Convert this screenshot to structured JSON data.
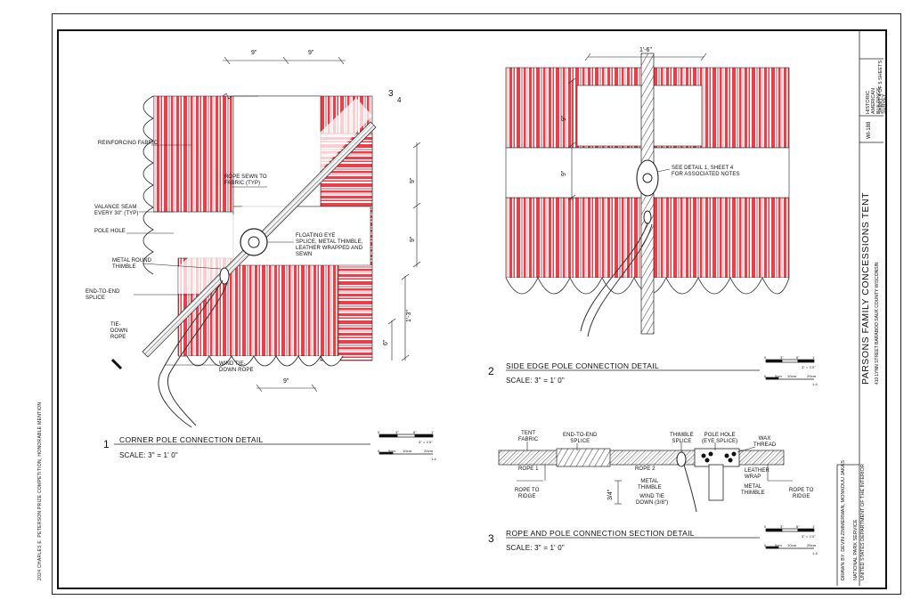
{
  "side_credit": "2024 CHARLES E. PETERSON PRIZE COMPETITION, HONORABLE MENTION",
  "details": [
    {
      "number": "1",
      "title": "CORNER POLE CONNECTION DETAIL",
      "scale": "SCALE: 3\" = 1' 0\""
    },
    {
      "number": "2",
      "title": "SIDE EDGE POLE CONNECTION DETAIL",
      "scale": "SCALE: 3\" = 1' 0\""
    },
    {
      "number": "3",
      "title": "ROPE AND POLE CONNECTION SECTION DETAIL",
      "scale": "SCALE: 3\" = 1' 0\""
    }
  ],
  "detail1": {
    "dim_top_a": "9\"",
    "dim_top_b": "9\"",
    "dim_right_a": "9\"",
    "dim_right_b": "9\"",
    "dim_right_c": "1'-3\"",
    "dim_right_d": "6\"",
    "dim_bottom": "9\"",
    "section_mark": "3",
    "section_sheet": "4",
    "labels": {
      "reinforcing_fabric": "REINFORCING FABRIC",
      "rope_sewn": "ROPE SEWN TO\nFABRIC (TYP)",
      "valance_seam": "VALANCE SEAM\nEVERY 30\" (TYP)",
      "pole_hole": "POLE HOLE",
      "floating_eye": "FLOATING EYE\nSPLICE, METAL THIMBLE,\nLEATHER WRAPPED AND\nSEWN",
      "metal_thimble": "METAL ROUND\nTHIMBLE",
      "end_splice": "END-TO-END\nSPLICE",
      "tie_down": "TIE-\nDOWN\nROPE",
      "wind_tie": "WIND TIE-\nDOWN ROPE"
    }
  },
  "detail2": {
    "dim_top": "1'-6\"",
    "dim_left_a": "9\"",
    "dim_left_b": "9\"",
    "note": "SEE DETAIL 1, SHEET 4\nFOR ASSOCIATED NOTES"
  },
  "detail3": {
    "dim_side": "3/4\"",
    "labels": {
      "tent_fabric": "TENT\nFABRIC",
      "end_splice": "END-TO-END\nSPLICE",
      "thimble_splice": "THIMBLE\nSPLICE",
      "pole_hole": "POLE HOLE\n(EYE SPLICE)",
      "wax_thread": "WAX\nTHREAD",
      "rope1": "ROPE 1",
      "rope2": "ROPE 2",
      "leather_wrap": "LEATHER\nWRAP",
      "metal_thimble_a": "METAL\nTHIMBLE",
      "metal_thimble_b": "METAL\nTHIMBLE",
      "wind_tie": "WIND TIE\nDOWN (3/8\")",
      "rope_ridge_a": "ROPE TO\nRIDGE",
      "rope_ridge_b": "ROPE TO\nRIDGE"
    }
  },
  "scale_bar": {
    "ticks": [
      "0",
      "3\"",
      "6\"",
      "1'"
    ],
    "unit": "3\" = 1'0\"",
    "ratio": "1:4",
    "metric": [
      "0",
      "5cm",
      "10cm",
      "20cm"
    ]
  },
  "title_block": {
    "project": "PARSONS FAMILY CONCESSIONS TENT",
    "address": "410 LYNN STREET     BARABOO     SAUK COUNTY     WISCONSIN",
    "drawn_by": "DRAWN BY: DEVIN ZIMMERMAN, MONKDUU JAKAS",
    "agency_1": "NATIONAL PARK SERVICE",
    "agency_2": "UNITED STATES DEPARTMENT OF THE INTERIOR",
    "survey": "HISTORIC AMERICAN\nBUILDINGS SURVEY",
    "survey_no": "WI-188",
    "sheet": "SHEET 4 OF 5 SHEETS"
  },
  "colors": {
    "stripe_red": "#e8404a",
    "stripe_light": "#f7c9cd",
    "fabric": "#ffffff",
    "line": "#111111"
  }
}
